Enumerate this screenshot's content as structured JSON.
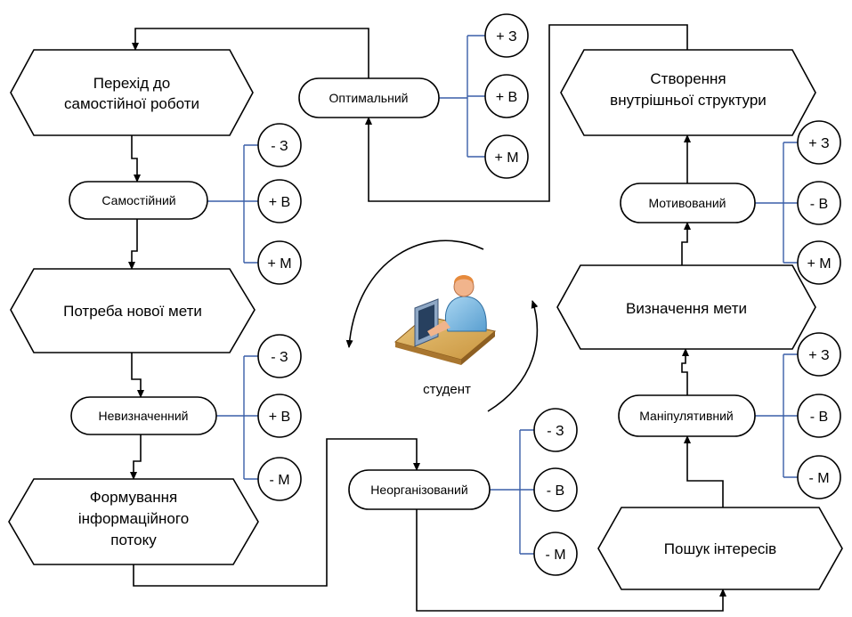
{
  "center": {
    "label": "студент"
  },
  "states": {
    "perekhid": {
      "text": "Перехід до",
      "text2": "самостійної роботи"
    },
    "potreba": {
      "text": "Потреба нової мети"
    },
    "formuvannia": {
      "text": "Формування",
      "text2": "інформаційного",
      "text3": "потоку"
    },
    "stvorennia": {
      "text": "Створення",
      "text2": "внутрішньої структури"
    },
    "vyznachennia": {
      "text": "Визначення мети"
    },
    "poshuk": {
      "text": "Пошук інтересів"
    }
  },
  "roles": {
    "optymalnyi": {
      "text": "Оптимальний",
      "marks": [
        "+ З",
        "+ В",
        "+ М"
      ]
    },
    "samostiinyi": {
      "text": "Самостійний",
      "marks": [
        "- З",
        "+ В",
        "+ М"
      ]
    },
    "nevyznachenyi": {
      "text": "Невизначенний",
      "marks": [
        "- З",
        "+ В",
        "- М"
      ]
    },
    "neorhanizovanyi": {
      "text": "Неорганізований",
      "marks": [
        "- З",
        "- В",
        "- М"
      ]
    },
    "motyvovanyi": {
      "text": "Мотивований",
      "marks": [
        "+ З",
        "- В",
        "+ М"
      ]
    },
    "manipuliatyvnyi": {
      "text": "Маніпулятивний",
      "marks": [
        "+ З",
        "- В",
        "- М"
      ]
    }
  },
  "colors": {
    "line": "#000000",
    "branch": "#3a5fa8",
    "fill": "#ffffff"
  }
}
